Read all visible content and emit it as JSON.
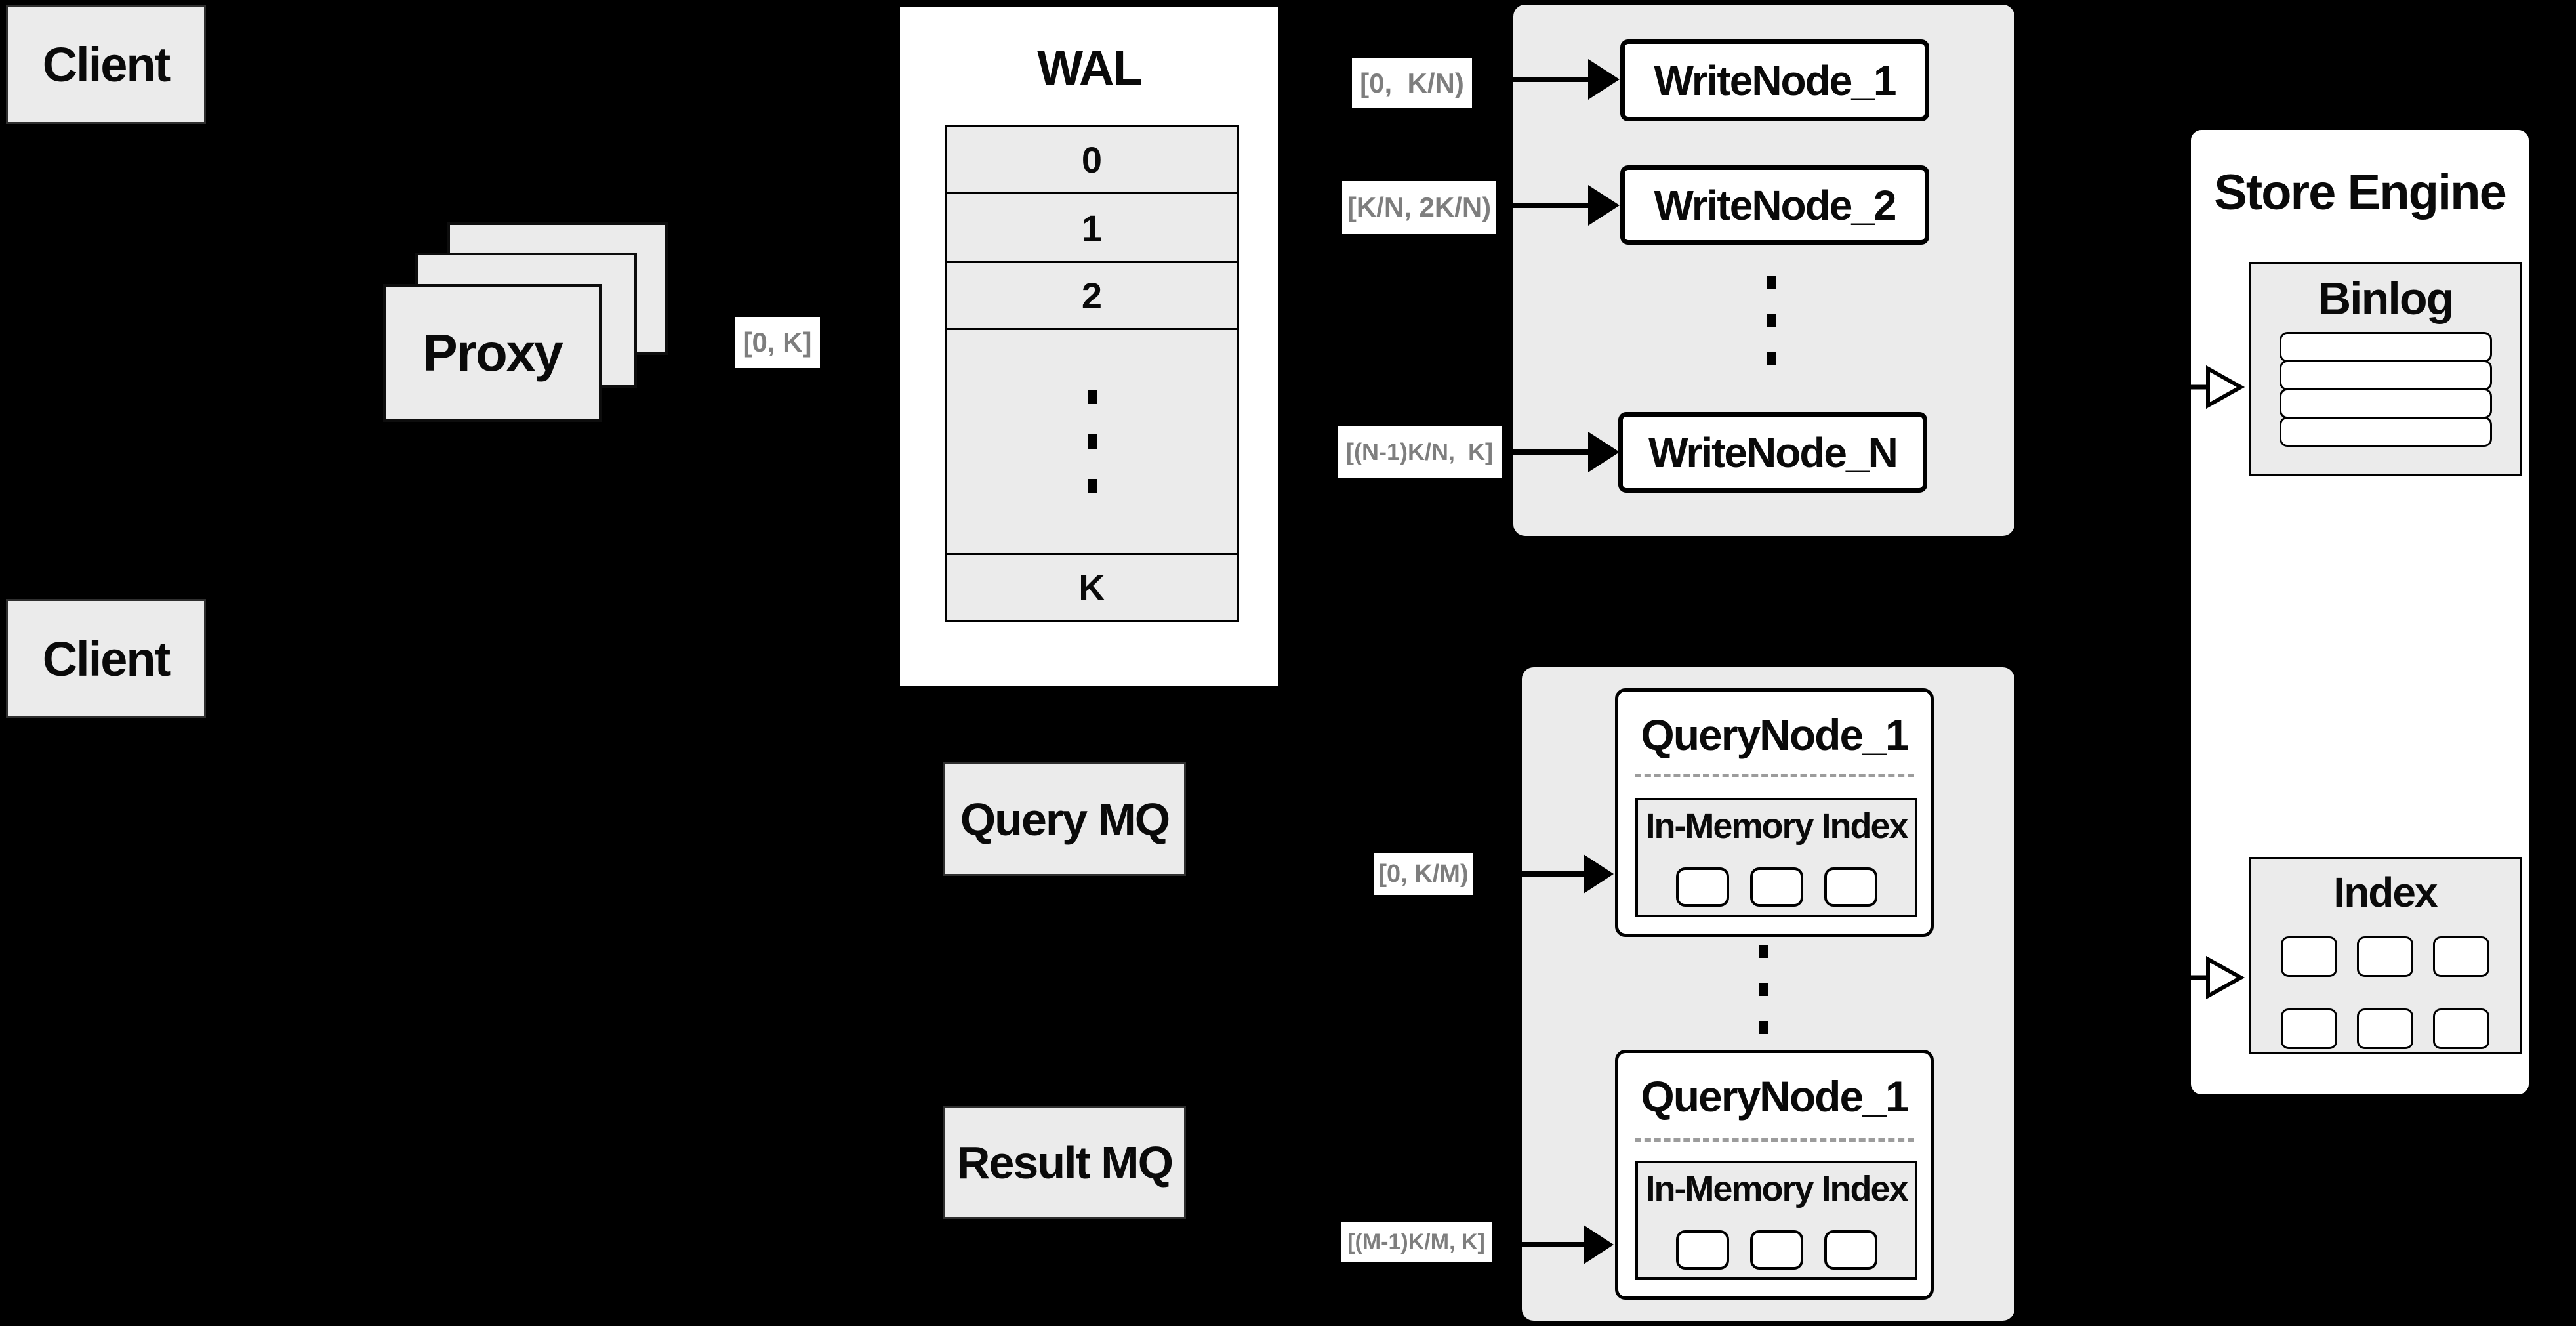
{
  "diagram": {
    "clients": {
      "top": "Client",
      "bottom": "Client"
    },
    "proxy": {
      "label": "Proxy"
    },
    "edge_labels": {
      "proxy_to_wal": "[0, K]",
      "to_writenode_1": "[0,  K/N)",
      "to_writenode_2": "[K/N, 2K/N)",
      "to_writenode_n": "[(N-1)K/N,  K]",
      "to_querynode_1": "[0, K/M)",
      "to_querynode_m": "[(M-1)K/M, K]"
    },
    "wal": {
      "title": "WAL",
      "segments": [
        "0",
        "1",
        "2"
      ],
      "last_segment": "K"
    },
    "write_nodes": [
      "WriteNode_1",
      "WriteNode_2",
      "WriteNode_N"
    ],
    "mq": {
      "query": "Query MQ",
      "result": "Result MQ"
    },
    "query_nodes": [
      {
        "title": "QueryNode_1",
        "index_label": "In-Memory Index"
      },
      {
        "title": "QueryNode_1",
        "index_label": "In-Memory Index"
      }
    ],
    "store_engine": {
      "title": "Store Engine",
      "binlog_title": "Binlog",
      "index_title": "Index"
    },
    "colors": {
      "background": "#000000",
      "panel_gray": "#ebebeb",
      "box_white": "#ffffff",
      "border_black": "#000000",
      "edge_label_text": "#7e7e7e",
      "text": "#0a0a0a"
    }
  }
}
